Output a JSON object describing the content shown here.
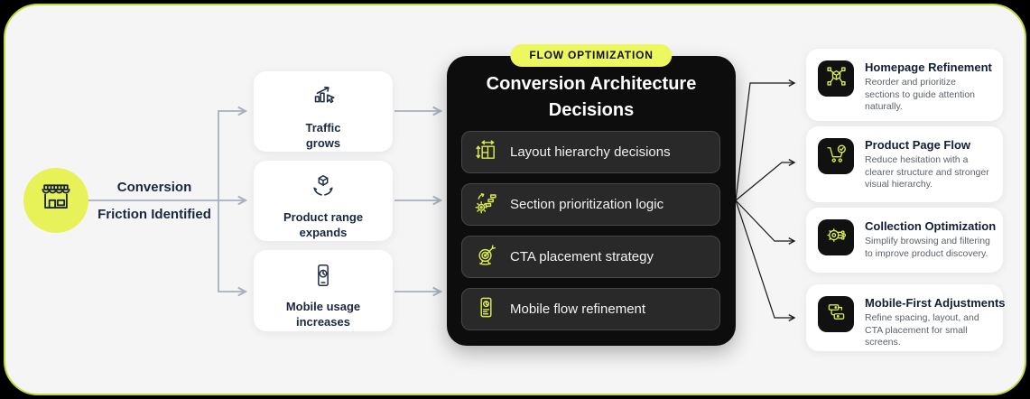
{
  "source": {
    "icon": "storefront-icon",
    "label_line1": "Conversion",
    "label_line2": "Friction Identified"
  },
  "drivers": {
    "items": [
      {
        "icon": "bar-chart-cursor-icon",
        "label_line1": "Traffic",
        "label_line2": "grows"
      },
      {
        "icon": "hands-box-icon",
        "label_line1": "Product range",
        "label_line2": "expands"
      },
      {
        "icon": "mobile-clock-icon",
        "label_line1": "Mobile usage",
        "label_line2": "increases"
      }
    ]
  },
  "panel": {
    "badge": "FLOW OPTIMIZATION",
    "title_line1": "Conversion Architecture",
    "title_line2": "Decisions",
    "items": [
      {
        "icon": "layout-measure-icon",
        "label": "Layout hierarchy decisions"
      },
      {
        "icon": "gear-priority-icon",
        "label": "Section prioritization logic"
      },
      {
        "icon": "target-dart-icon",
        "label": "CTA placement strategy"
      },
      {
        "icon": "mobile-chart-icon",
        "label": "Mobile flow refinement"
      }
    ]
  },
  "outcomes": {
    "items": [
      {
        "icon": "cube-network-icon",
        "title": "Homepage Refinement",
        "description": "Reorder and prioritize sections to guide attention naturally."
      },
      {
        "icon": "cart-check-icon",
        "title": "Product Page Flow",
        "description": "Reduce hesitation with a clearer structure and stronger visual hierarchy."
      },
      {
        "icon": "gear-circuit-icon",
        "title": "Collection Optimization",
        "description": "Simplify browsing and filtering to improve product discovery."
      },
      {
        "icon": "connected-blocks-icon",
        "title": "Mobile-First Adjustments",
        "description": "Refine spacing, layout, and CTA placement for small screens."
      }
    ]
  },
  "colors": {
    "accent_yellow": "#e6f257",
    "badge_yellow": "#ecf85e",
    "frame_border": "#c4d738",
    "canvas_bg": "#f5f5f6",
    "panel_bg": "#0d0d0d",
    "row_bg": "#292929",
    "icon_stroke_yellow": "#d9eb4f",
    "dark_text": "#1b2740",
    "muted_text": "#5c6269",
    "connector_gray": "#a8b0bc",
    "connector_dark": "#1b1b1b"
  }
}
